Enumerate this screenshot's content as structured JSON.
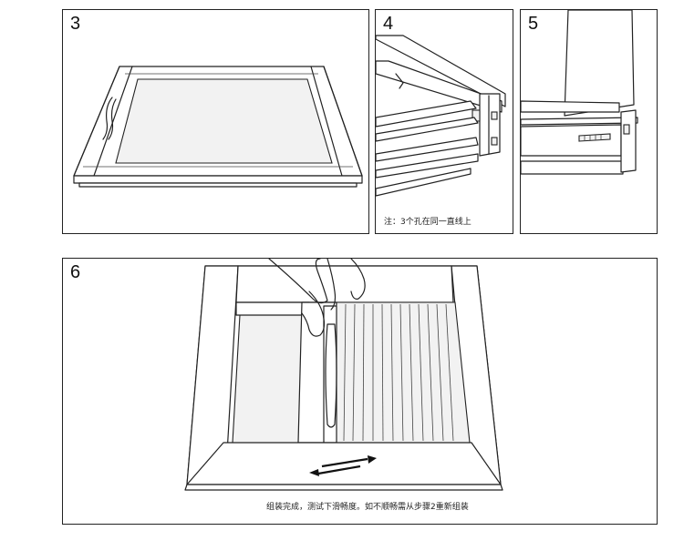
{
  "panels": [
    {
      "number": "3",
      "caption": ""
    },
    {
      "number": "4",
      "caption": "注：3个孔在同一直线上"
    },
    {
      "number": "5",
      "caption": ""
    },
    {
      "number": "6",
      "caption": "组装完成，测试下滑畅度。如不顺畅需从步骤2重新组装"
    }
  ]
}
